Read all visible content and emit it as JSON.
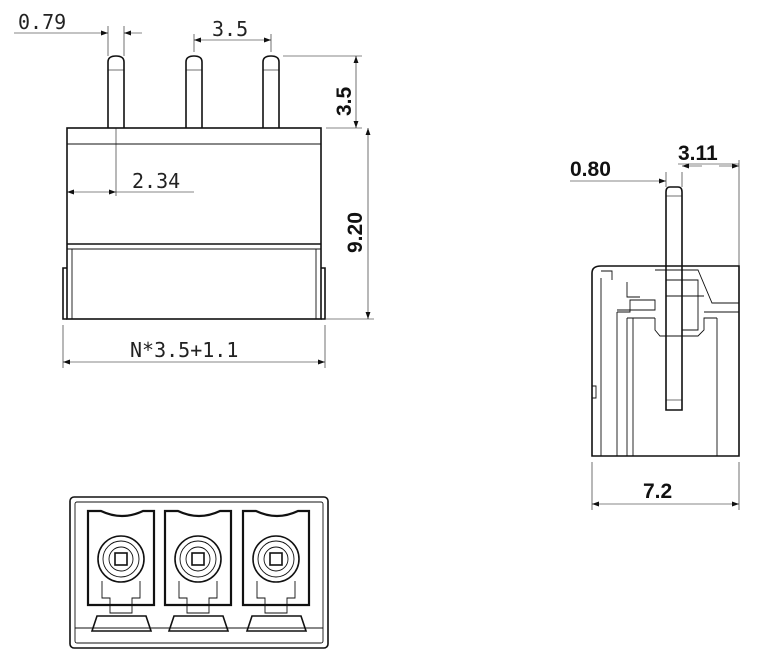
{
  "dimensions": {
    "pin_width": "0.79",
    "pin_pitch": "3.5",
    "pin_height": "3.5",
    "pin_offset": "2.34",
    "body_height": "9.20",
    "total_length": "N*3.5+1.1",
    "pin_thickness_side": "0.80",
    "pin_position_side": "3.11",
    "side_depth": "7.2"
  },
  "colors": {
    "line": "#111111",
    "background": "#ffffff"
  }
}
